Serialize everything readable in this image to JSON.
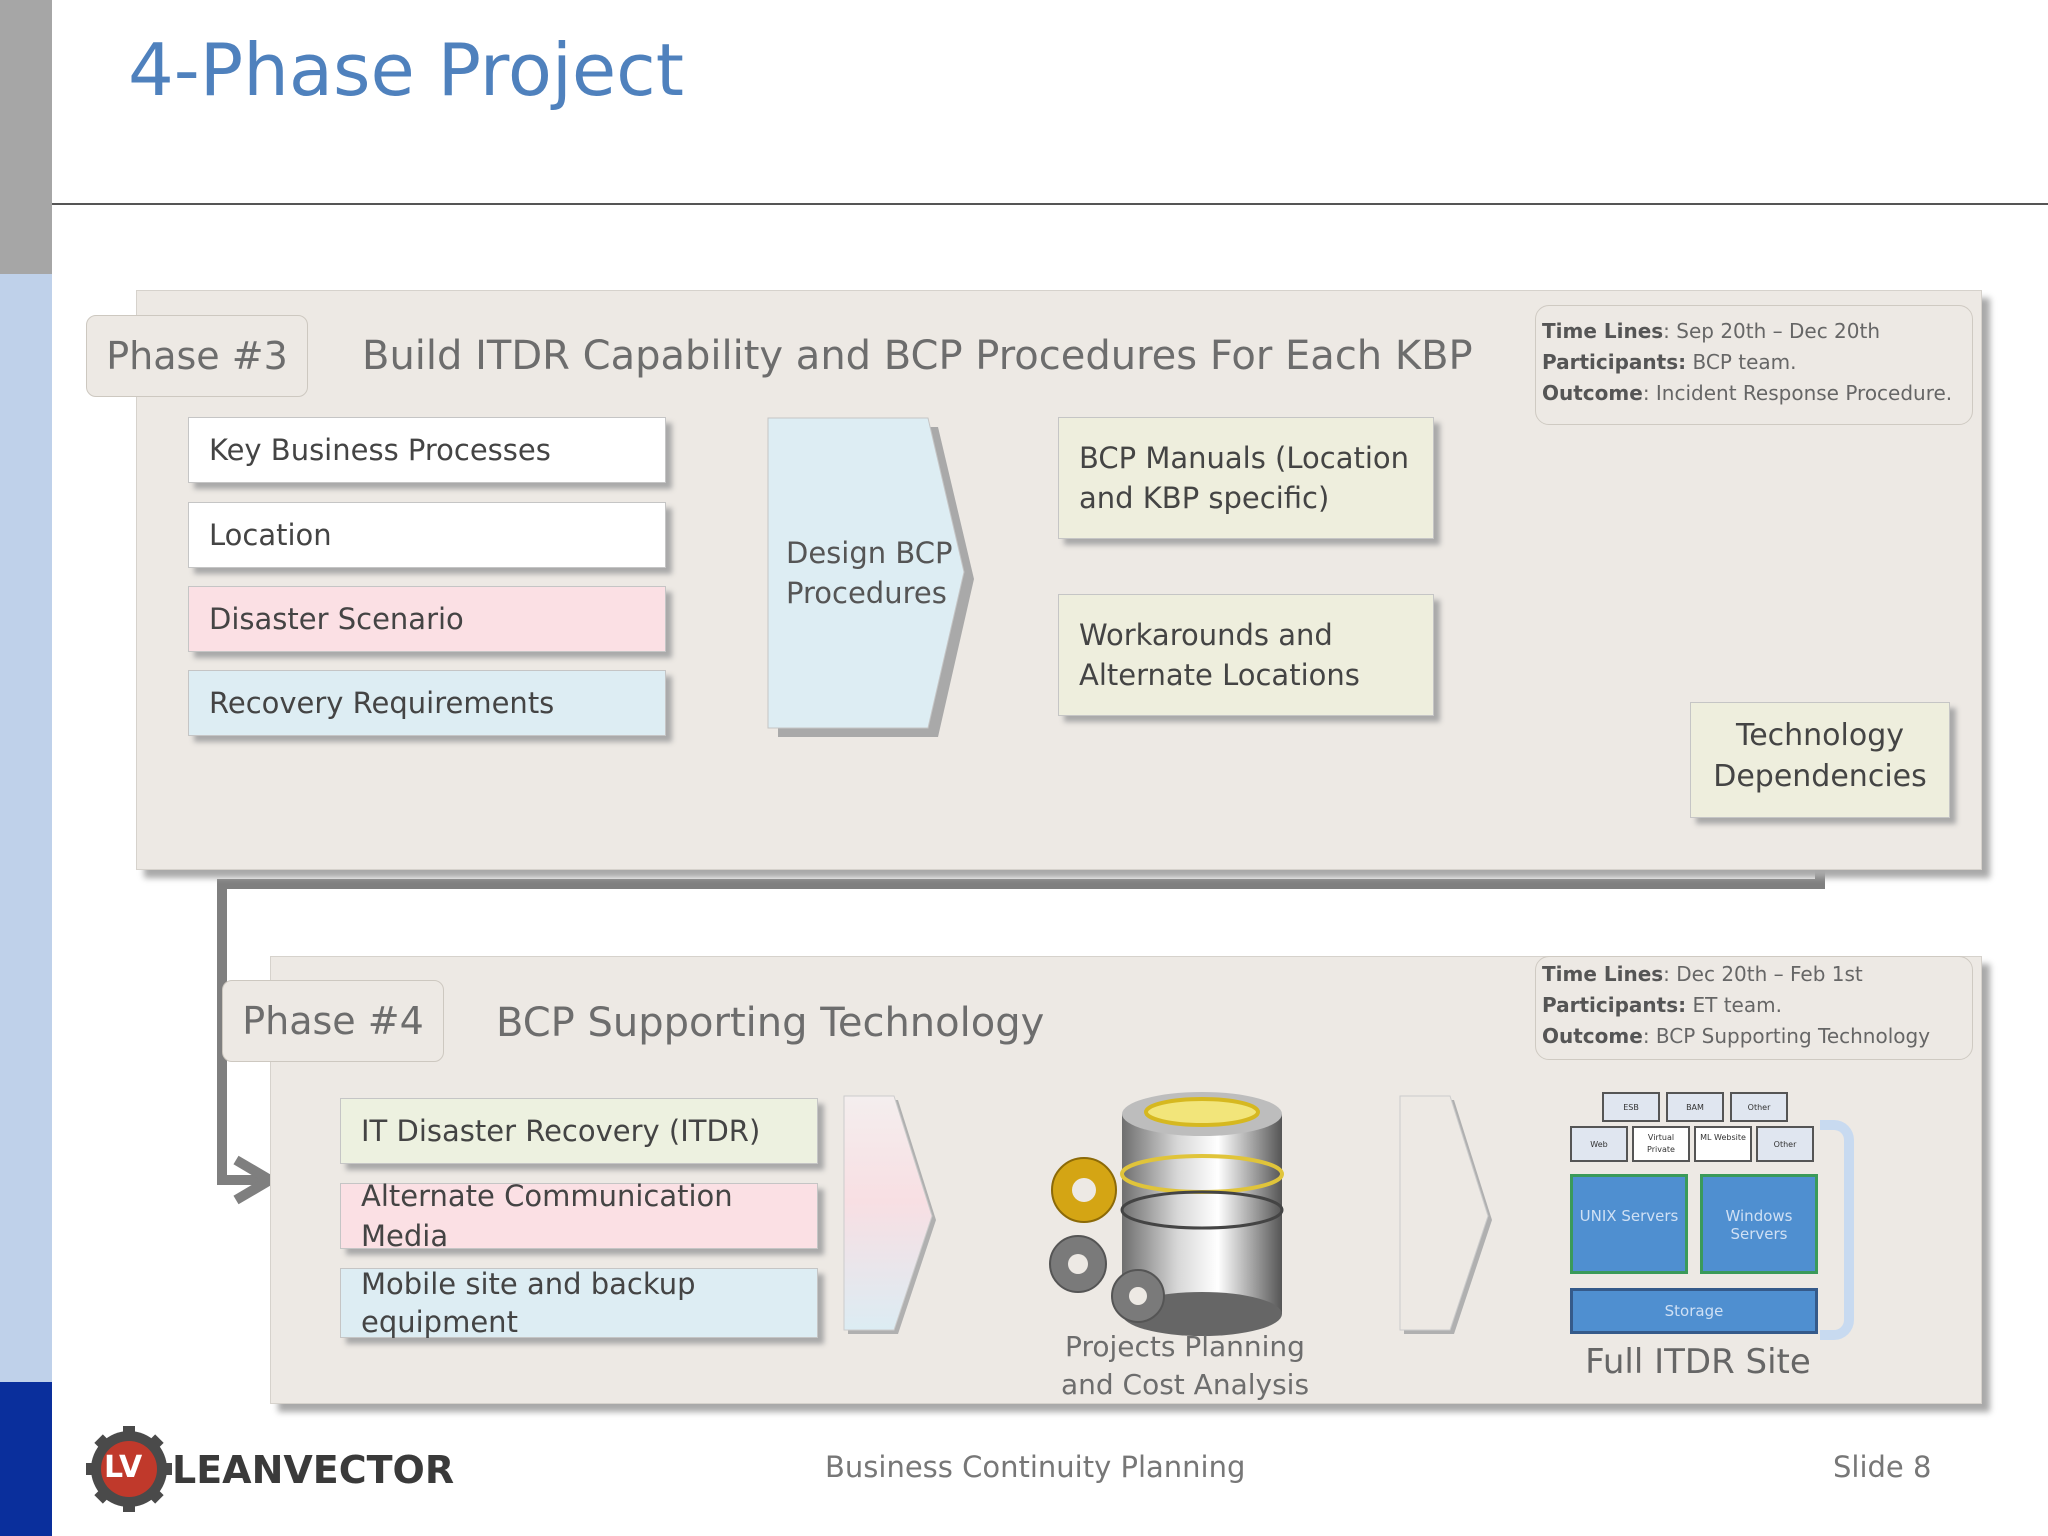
{
  "slide": {
    "title": "4-Phase Project",
    "footer_center": "Business Continuity Planning",
    "footer_right": "Slide 8",
    "logo": {
      "initials": "LV",
      "name": "LEANVECTOR"
    }
  },
  "phase3": {
    "tag": "Phase #3",
    "title": "Build ITDR Capability and BCP Procedures For Each KBP",
    "info": {
      "timeline_label": "Time Lines",
      "timeline_value": ": Sep 20th – Dec 20th",
      "participants_label": "Participants:",
      "participants_value": " BCP team.",
      "outcome_label": "Outcome",
      "outcome_value": ": Incident Response Procedure."
    },
    "inputs": [
      "Key Business Processes",
      "Location",
      "Disaster Scenario",
      "Recovery Requirements"
    ],
    "process": "Design BCP Procedures",
    "outputs": [
      "BCP Manuals (Location and KBP specific)",
      "Workarounds and Alternate Locations"
    ],
    "dependency": "Technology Dependencies"
  },
  "phase4": {
    "tag": "Phase #4",
    "title": "BCP Supporting Technology",
    "info": {
      "timeline_label": "Time Lines",
      "timeline_value": ": Dec 20th – Feb 1st",
      "participants_label": "Participants:",
      "participants_value": " ET team.",
      "outcome_label": "Outcome",
      "outcome_value": ": BCP Supporting Technology"
    },
    "inputs": [
      "IT Disaster Recovery (ITDR)",
      "Alternate Communication  Media",
      "Mobile site and backup equipment"
    ],
    "planning_caption": "Projects Planning and Cost Analysis",
    "site_caption": "Full ITDR Site",
    "site_diagram": {
      "top_row": [
        "ESB",
        "BAM",
        "Other"
      ],
      "second_row": [
        "Web",
        "Virtual Private",
        "ML Website",
        "Other"
      ],
      "servers": [
        "UNIX Servers",
        "Windows Servers"
      ],
      "storage": "Storage"
    }
  },
  "colors": {
    "title": "#4f81bd",
    "panel": "#ede9e4",
    "pink": "#fbe0e4",
    "blue": "#ddedf3",
    "green": "#edf1e0",
    "strip_dark": "#0a2f9c"
  }
}
